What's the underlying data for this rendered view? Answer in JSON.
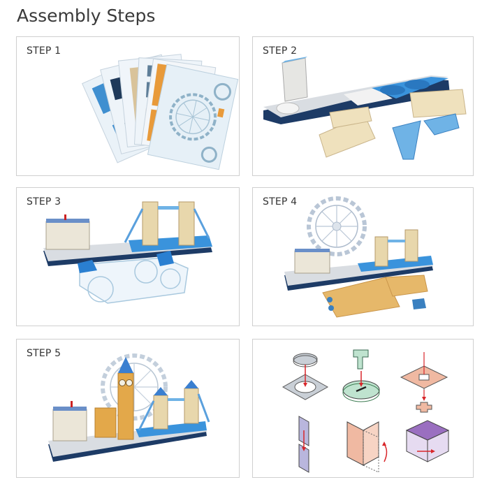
{
  "page": {
    "title": "Assembly Steps"
  },
  "steps": [
    {
      "label": "STEP 1",
      "illustration": "fanned-out puzzle sheets with printed parts (London Eye wheel, Tower Bridge, Big Ben)"
    },
    {
      "label": "STEP 2",
      "illustration": "base platform with building block and blue river section; Tower Bridge facade pieces and blue trusses"
    },
    {
      "label": "STEP 3",
      "illustration": "Buckingham Palace and Tower Bridge assembled on base; London Eye flat parts"
    },
    {
      "label": "STEP 4",
      "illustration": "London Eye added to model; Big Ben/Parliament flat parts"
    },
    {
      "label": "STEP 5",
      "illustration": "completed London skyline model with Big Ben, Parliament, London Eye, Tower Bridge, Buckingham Palace"
    }
  ],
  "diagram": {
    "label": "",
    "items": [
      {
        "name": "disc-into-ring",
        "color": "#c9cfd6"
      },
      {
        "name": "tab-into-slot",
        "color": "#bfe3cf"
      },
      {
        "name": "cross-through-plate",
        "color": "#f0b9a2"
      },
      {
        "name": "slot-interlock",
        "color": "#b9b6dd"
      },
      {
        "name": "fold-and-lock",
        "color": "#f0b9a2"
      },
      {
        "name": "box-tab-lock",
        "color": "#c9a9df"
      }
    ],
    "arrow_color": "#d8262a"
  },
  "colors": {
    "border": "#cfcfcf",
    "text": "#333333",
    "river_blue": "#2f8fd8",
    "base_navy": "#1d3b66",
    "stone": "#eadcb8"
  }
}
